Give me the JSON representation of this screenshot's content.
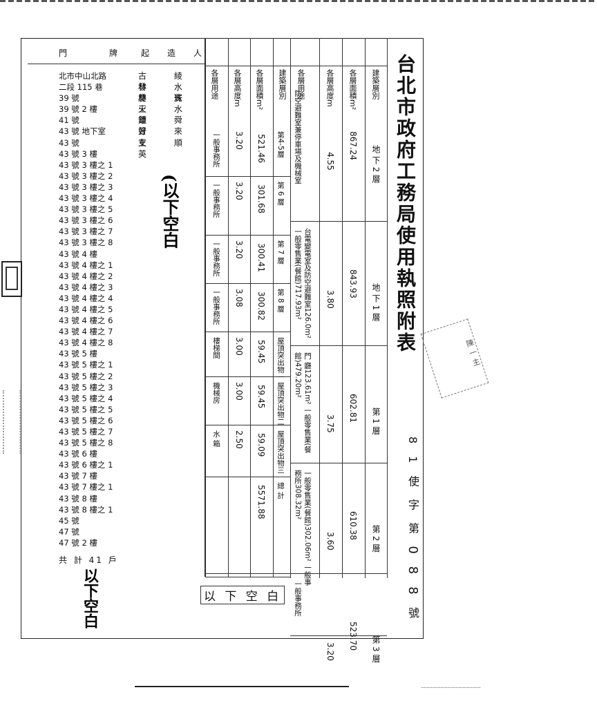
{
  "title": "台北市政府工務局使用執照附表",
  "doc_number": {
    "year": "81",
    "prefix": "使字第",
    "number": "088",
    "suffix": "號"
  },
  "left_header": {
    "col1": "門",
    "col2": "牌",
    "col3": "起",
    "col4": "造",
    "col5": "人"
  },
  "addresses": [
    "北市中山北路",
    "二段 115 巷",
    "39 號",
    "39 號 2 樓",
    "41 號",
    "43 號 地下室",
    "43 號",
    "43 號 3 樓",
    "43 號 3 樓之 1",
    "43 號 3 樓之 2",
    "43 號 3 樓之 3",
    "43 號 3 樓之 4",
    "43 號 3 樓之 5",
    "43 號 3 樓之 6",
    "43 號 3 樓之 7",
    "43 號 3 樓之 8",
    "43 號 4 樓",
    "43 號 4 樓之 1",
    "43 號 4 樓之 2",
    "43 號 4 樓之 3",
    "43 號 4 樓之 4",
    "43 號 4 樓之 5",
    "43 號 4 樓之 6",
    "43 號 4 樓之 7",
    "43 號 4 樓之 8",
    "43 號 5 樓",
    "43 號 5 樓之 1",
    "43 號 5 樓之 2",
    "43 號 5 樓之 3",
    "43 號 5 樓之 4",
    "43 號 5 樓之 5",
    "43 號 5 樓之 6",
    "43 號 5 樓之 7",
    "43 號 5 樓之 8",
    "43 號 6 樓",
    "43 號 6 樓之 1",
    "43 號 7 樓",
    "43 號 7 樓之 1",
    "43 號 8 樓",
    "43 號 8 樓之 1",
    "45 號",
    "47 號",
    "47 號 2 樓"
  ],
  "builders": [
    "古 綾 發",
    "林 水 慶 珠",
    "林 賓 火",
    "王 水 華",
    "鍾 舜 好",
    "曾 來 女",
    "王 順 英"
  ],
  "total": "共 計 41 戶",
  "handwritten_below": "以下空白",
  "stamp_blank": "以 下 空 白",
  "table": {
    "row_headers": [
      "建築層別",
      "各層面積m²",
      "各層高度m",
      "各層用途",
      "建築層別",
      "各層面積m²",
      "各層高度m",
      "各層用途"
    ],
    "top_rows": [
      {
        "floor": "地 下 2 層",
        "area": "867.24",
        "height": "4.55",
        "use": "防空避難室兼停車場及機械室"
      },
      {
        "floor": "地 下 1 層",
        "area": "843.93",
        "height": "3.80",
        "use": "台電變電室及防空避難室126.0m² 一般零售業(餐館)717.93m²"
      },
      {
        "floor": "第 1 層",
        "area": "602.81",
        "height": "3.75",
        "use": "門 廳123.61m² 一般零售業(餐館)479.20m²"
      },
      {
        "floor": "第 2 層",
        "area": "610.38",
        "height": "3.60",
        "use": "一般零售業(餐館)302.06m² 一般事務所308.32m²"
      },
      {
        "floor": "第 3 層",
        "area": "523.70",
        "height": "3.20",
        "use": "一般事務所"
      }
    ],
    "bottom_rows": [
      {
        "floor": "第4-5層",
        "area": "521.46",
        "height": "3.20",
        "use": "一般事務所"
      },
      {
        "floor": "第 6 層",
        "area": "301.68",
        "height": "3.20",
        "use": "一般事務所"
      },
      {
        "floor": "第 7 層",
        "area": "300.41",
        "height": "3.20",
        "use": "一般事務所"
      },
      {
        "floor": "第 8 層",
        "area": "300.82",
        "height": "3.08",
        "use": "一般事務所"
      },
      {
        "floor": "屋頂突出物一",
        "area": "59.45",
        "height": "3.00",
        "use": "樓梯間"
      },
      {
        "floor": "屋頂突出物二",
        "area": "59.45",
        "height": "3.00",
        "use": "機械房"
      },
      {
        "floor": "屋頂突出物三",
        "area": "59.09",
        "height": "2.50",
        "use": "水 箱"
      },
      {
        "floor": "總 計",
        "area": "5571.88",
        "height": "",
        "use": ""
      }
    ]
  },
  "stamp_right": "陳 一 主"
}
